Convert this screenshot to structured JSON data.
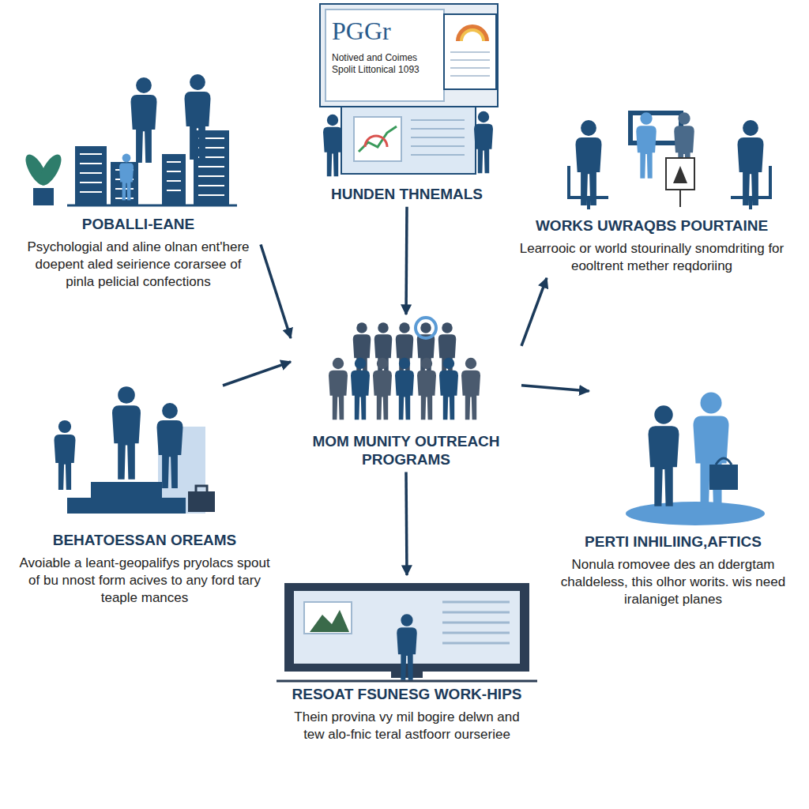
{
  "diagram": {
    "nodes": [
      {
        "text": [
          "HUNDEN THNEMALS"
        ]
      },
      {
        "text": [
          "POBALLI-EANE",
          "Psychologial and aline olnan ent'here doepent aled seirience corarsee of pinla pelicial confections"
        ]
      },
      {
        "text": [
          "WORKS UWRAQBS POURTAINE",
          "Learrooic or world stourinally snomdriting for eooltrent mether reqdoriing"
        ]
      },
      {
        "text": [
          "MOM MUNITY OUTREACH PROGRAMS"
        ]
      },
      {
        "text": [
          "BEHATOESSAN OREAMS",
          "Avoiable a leant-geopalifys pryolacs spout of bu nnost form acives to any ford tary teaple mances"
        ]
      },
      {
        "text": [
          "PERTI INHILIING,AFTICS",
          "Nonula romovee des an ddergtam chaldeless, this olhor worits. wis need iralaniget planes"
        ]
      },
      {
        "text": [
          "RESOAT FSUNESG WORK-HIPS",
          "Thein provina vy mil bogire delwn and tew alo-fnic teral astfoorr ourseriee"
        ]
      }
    ],
    "edges": [
      {
        "from": 0,
        "to": 3,
        "arrow": "to"
      },
      {
        "from": 1,
        "to": 3,
        "arrow": "to"
      },
      {
        "from": 3,
        "to": 2,
        "arrow": "to"
      },
      {
        "from": 4,
        "to": 3,
        "arrow": "to"
      },
      {
        "from": 3,
        "to": 5,
        "arrow": "to"
      },
      {
        "from": 3,
        "to": 6,
        "arrow": "to"
      }
    ],
    "labels": [
      "PGGr",
      "Notived and Coimes Spolit Littonical 1093"
    ]
  }
}
